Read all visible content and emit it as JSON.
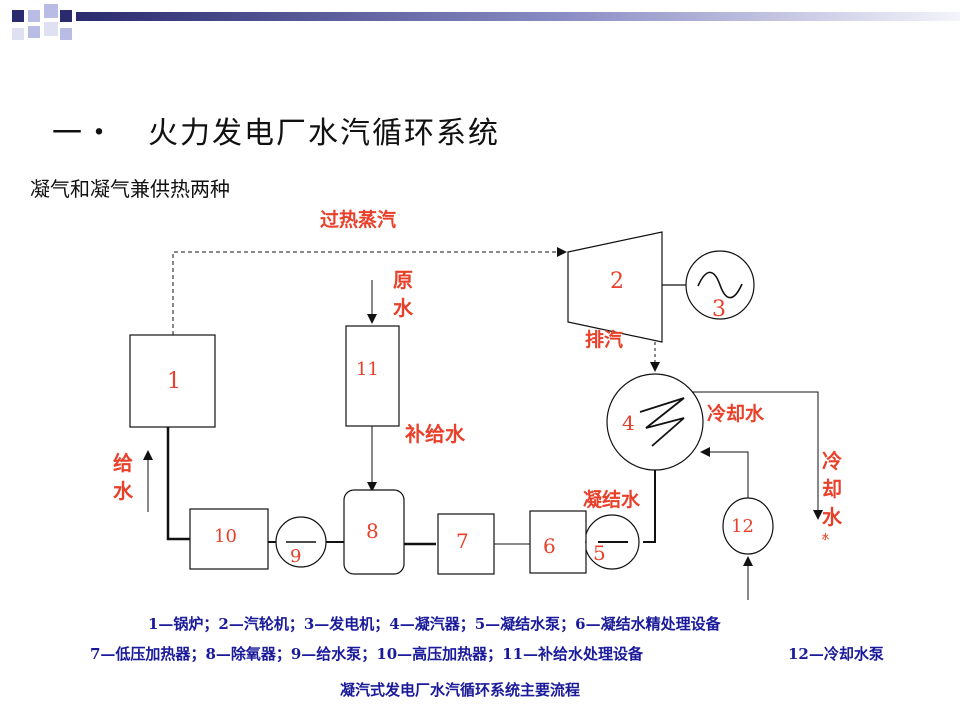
{
  "title": "一・　火力发电厂水汽循环系统",
  "subtitle": "凝气和凝气兼供热两种",
  "labels": {
    "superheated_steam": "过热蒸汽",
    "raw_water_1": "原",
    "raw_water_2": "水",
    "exhaust_steam": "排汽",
    "cooling_water_right": "冷却水",
    "makeup_water": "补给水",
    "feed_water_1": "给",
    "feed_water_2": "水",
    "condensate": "凝结水",
    "cooling_water_v1": "冷",
    "cooling_water_v2": "却",
    "cooling_water_v3": "水",
    "cooling_water_small": "水"
  },
  "components": {
    "boiler": "1",
    "turbine": "2",
    "generator": "3",
    "condenser": "4",
    "condensate_pump": "5",
    "condensate_polisher": "6",
    "lp_heater": "7",
    "deaerator": "8",
    "feed_pump": "9",
    "hp_heater": "10",
    "makeup_treatment": "11",
    "cooling_pump": "12"
  },
  "legend": {
    "line1": "1—锅炉；2—汽轮机；3—发电机；4—凝汽器；5—凝结水泵；6—凝结水精处理设备",
    "line2": "7—低压加热器；8—除氧器；9—给水泵；10—高压加热器；11—补给水处理设备",
    "line2_extra": "12—冷却水泵",
    "caption": "凝汽式发电厂水汽循环系统主要流程"
  },
  "colors": {
    "label_red": "#e8402a",
    "legend_blue": "#1a1a9a",
    "deco_navy": "#2a2a6e",
    "deco_light": "#b9bde6"
  }
}
